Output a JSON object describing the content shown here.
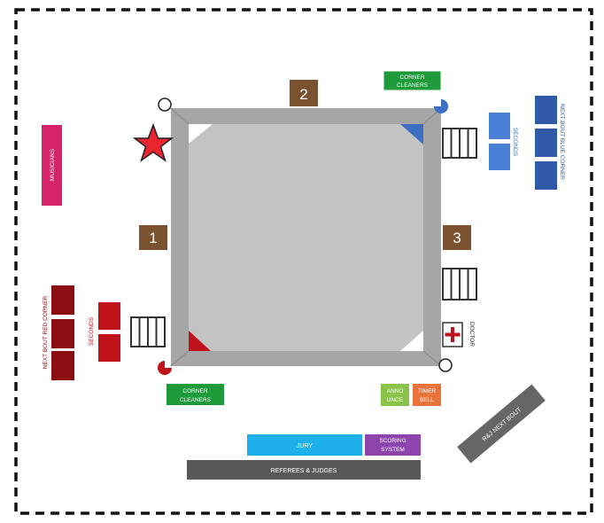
{
  "title": "",
  "ring": {
    "numbers": [
      "1",
      "2",
      "3"
    ]
  },
  "labels": {
    "corner_cleaners_top": [
      "CORNER",
      "CLEANERS"
    ],
    "corner_cleaners_bottom": [
      "CORNER",
      "CLEANERS"
    ],
    "musicians": "MUSICIANS",
    "seconds_blue": "SECONDS",
    "seconds_red": "SECONDS",
    "next_bout_blue": "NEXT BOUT BLUE CORNER",
    "next_bout_red": "NEXT BOUT RED CORNER",
    "doctor": "DOCTOR",
    "announce": [
      "ANNO",
      "UNCE"
    ],
    "timer_bell": [
      "TIMER",
      "BELL"
    ],
    "jury": "JURY",
    "scoring_system": [
      "SCORING",
      "SYSTEM"
    ],
    "referees_judges": "REFEREES & JUDGES",
    "rj_next_bout": "R&J NEXT BOUT"
  },
  "colors": {
    "wood": "#7a5230",
    "ring_frame": "#a6a6a6",
    "ring_canvas": "#c3c3c3",
    "green": "#1e9a3a",
    "blue": "#3c6fc1",
    "blue_light": "#4a7fd6",
    "red": "#c0121b",
    "dark_red": "#8d0d12",
    "pink": "#d6246a",
    "light_green": "#8bc34a",
    "orange": "#e8733b",
    "cyan": "#1db0ea",
    "purple": "#8e44ad",
    "dark_gray": "#595959",
    "star": "#e8262f"
  },
  "icons": {
    "star": "star-icon",
    "doctor": "medical-cross-icon",
    "steps": "steps-icon"
  }
}
